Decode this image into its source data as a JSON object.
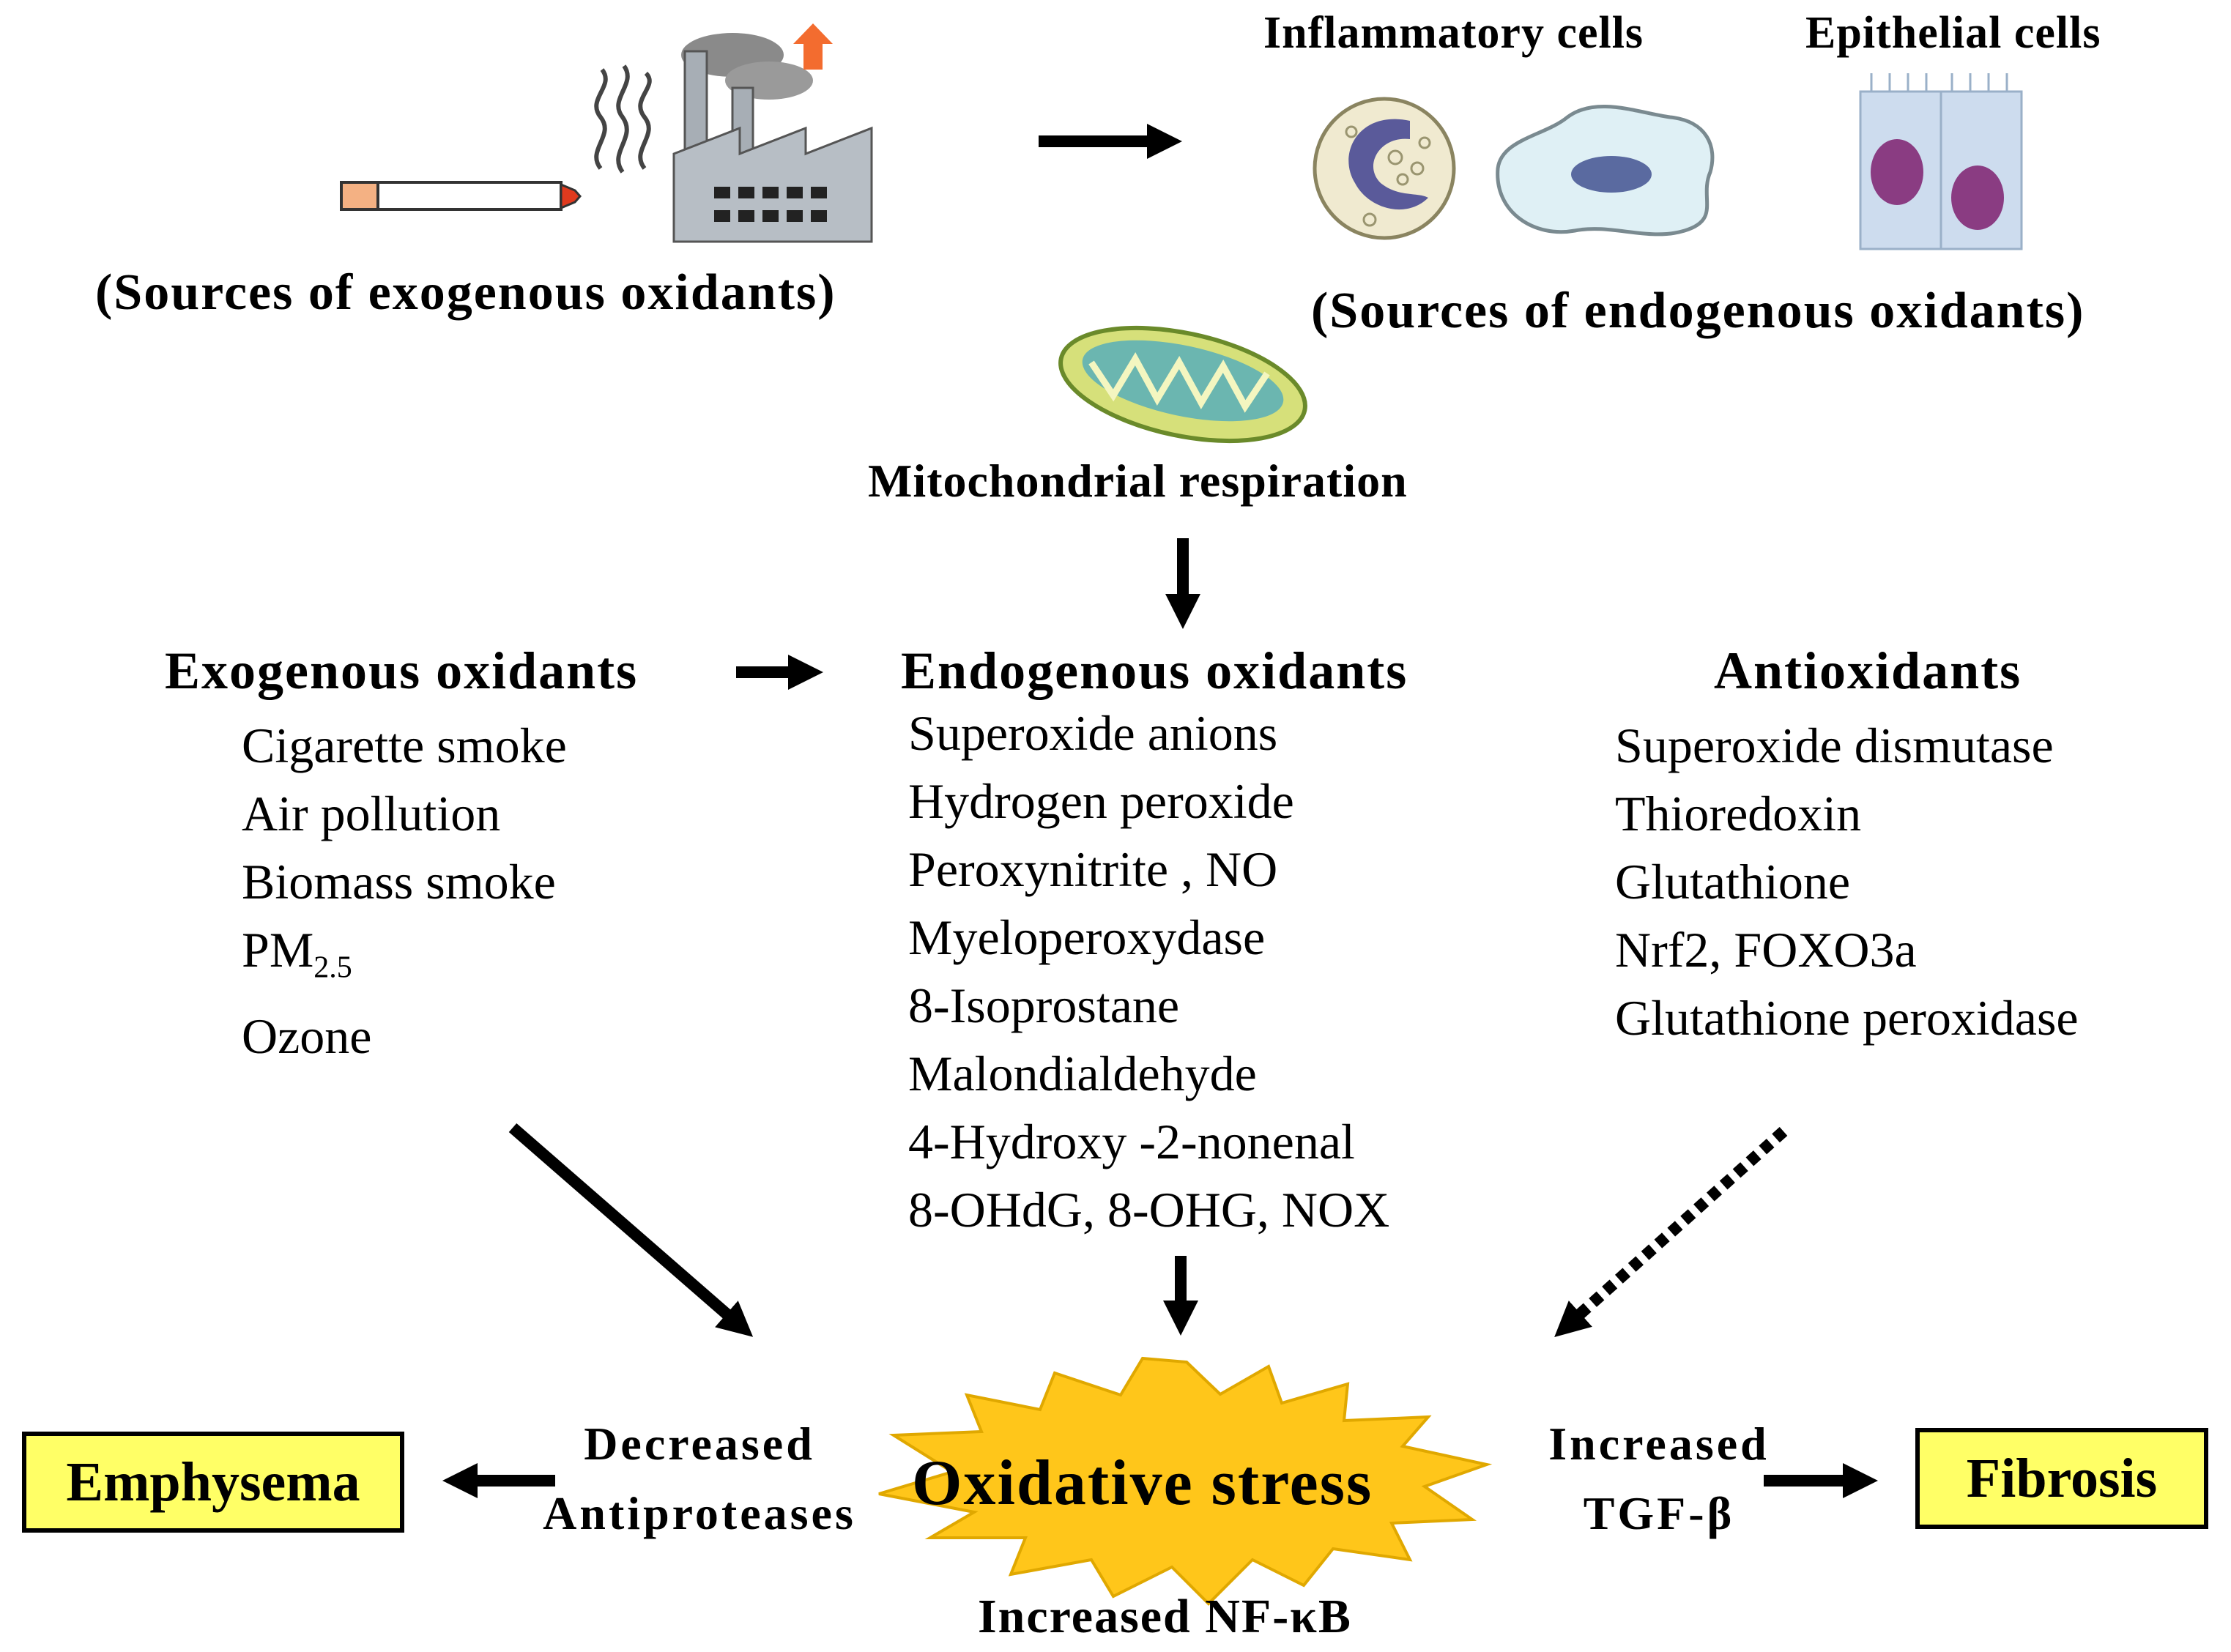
{
  "exogenous_sources": {
    "caption": "(Sources of exogenous oxidants)",
    "icons": [
      "cigarette-icon",
      "smoke-icon",
      "factory-icon"
    ]
  },
  "endogenous_sources": {
    "caption": "(Sources of endogenous oxidants)",
    "inflammatory_cells": "Inflammatory cells",
    "epithelial_cells": "Epithelial cells",
    "mitochondria": "Mitochondrial respiration",
    "icons": [
      "neutrophil-icon",
      "macrophage-icon",
      "epithelial-cell-icon",
      "mitochondrion-icon"
    ]
  },
  "exogenous": {
    "heading": "Exogenous oxidants",
    "items": [
      "Cigarette smoke",
      "Air pollution",
      "Biomass smoke",
      "PM",
      "Ozone"
    ],
    "pm_subscript": "2.5"
  },
  "endogenous": {
    "heading": "Endogenous oxidants",
    "items": [
      "Superoxide anions",
      "Hydrogen peroxide",
      "Peroxynitrite , NO",
      "Myeloperoxydase",
      "8-Isoprostane",
      "Malondialdehyde",
      "4-Hydroxy -2-nonenal",
      "8-OHdG, 8-OHG, NOX"
    ]
  },
  "antioxidants": {
    "heading": "Antioxidants",
    "items": [
      "Superoxide dismutase",
      "Thioredoxin",
      "Glutathione",
      "Nrf2, FOXO3a",
      "Glutathione peroxidase"
    ]
  },
  "outcomes": {
    "center": "Oxidative stress",
    "left_label_1": "Decreased",
    "left_label_2": "Antiproteases",
    "right_label_1": "Increased",
    "right_label_2": "TGF-β",
    "bottom_label": "Increased NF-κB",
    "left_box": "Emphysema",
    "right_box": "Fibrosis"
  },
  "colors": {
    "burst": "#ffc61a",
    "box_fill": "#ffff66",
    "arrow": "#000000"
  }
}
